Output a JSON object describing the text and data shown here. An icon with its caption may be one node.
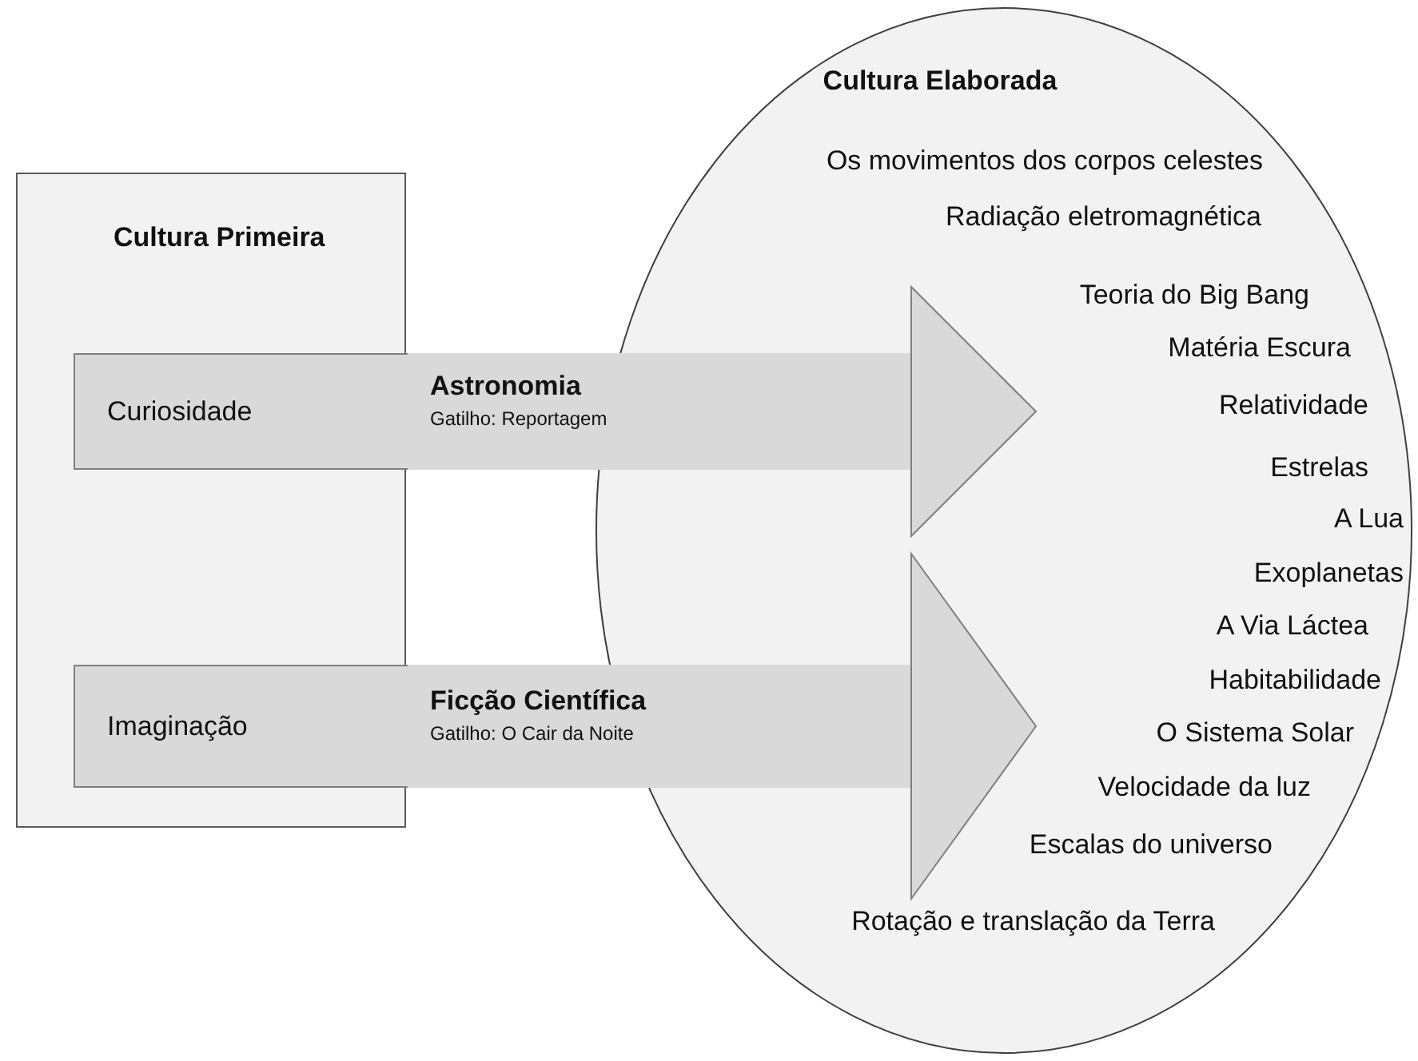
{
  "diagram": {
    "nodes": [
      {
        "text": [
          "Cultura Primeira"
        ]
      },
      {
        "text": [
          "Cultura Elaborada",
          "Os movimentos dos corpos celestes",
          "Radiação eletromagnética",
          "Teoria do Big Bang",
          "Matéria Escura",
          "Relatividade",
          "Estrelas",
          "A Lua",
          "Exoplanetas",
          "A Via Láctea",
          "Habitabilidade",
          "O Sistema Solar",
          "Velocidade da luz",
          "Escalas do universo",
          "Rotação e translação da Terra"
        ]
      },
      {
        "text": [
          "Curiosidade"
        ],
        "in": 0
      },
      {
        "text": [
          "Imaginação"
        ],
        "in": 0
      }
    ],
    "edges": [
      {
        "from": 2,
        "to": 1,
        "arrow": "to",
        "label": "**Astronomia** Gatilho: Reportagem"
      },
      {
        "from": 3,
        "to": 1,
        "arrow": "to",
        "label": "**Ficção Científica** Gatilho: O Cair da Noite"
      }
    ]
  }
}
